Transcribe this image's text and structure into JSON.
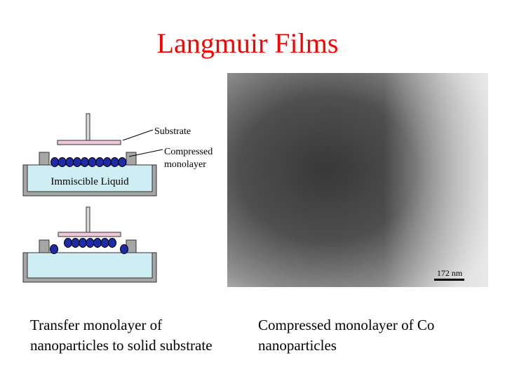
{
  "slide": {
    "title": "Langmuir Films"
  },
  "diagram": {
    "label_substrate": "Substrate",
    "label_compressed_line1": "Compressed",
    "label_compressed_line2": "monolayer",
    "label_liquid": "Immiscible Liquid"
  },
  "micrograph": {
    "scale_label": "172 nm"
  },
  "captions": {
    "left": "Transfer monolayer of\nnanoparticles to solid substrate",
    "right": "Compressed monolayer of Co\nnanoparticles"
  },
  "colors": {
    "title": "#ff0000",
    "liquid": "#cfeef4",
    "trough": "#a6a6a6",
    "particle": "#1f2aa8",
    "substrate": "#f0c8dc"
  }
}
